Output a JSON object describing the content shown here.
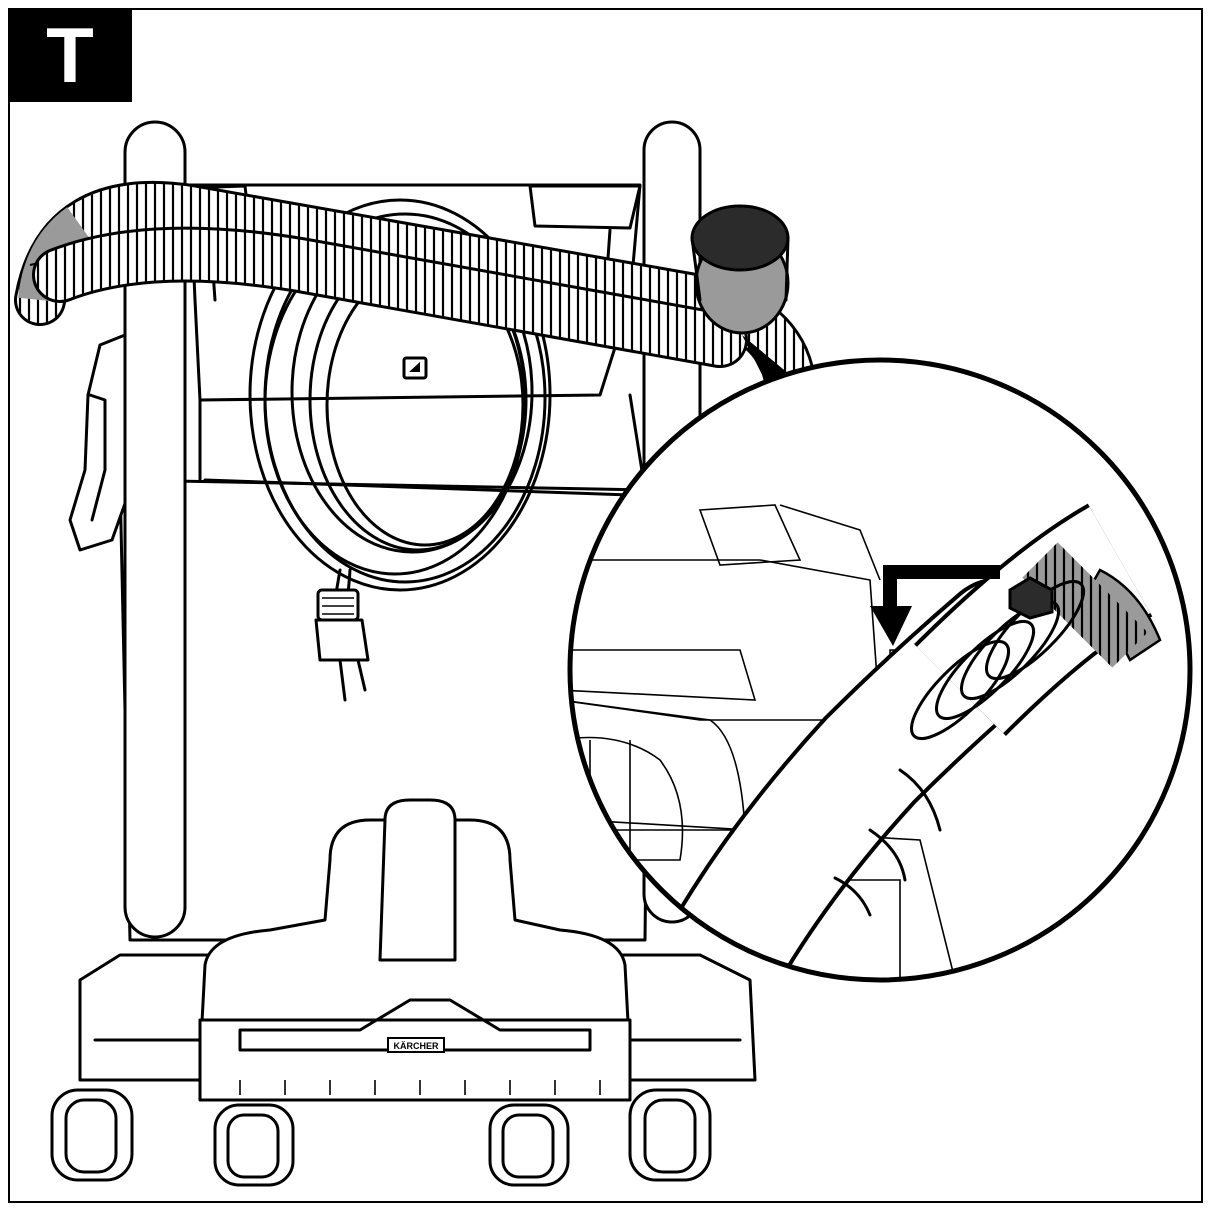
{
  "figure": {
    "step_label": "T",
    "brand_plate_text": "KÄRCHER",
    "colors": {
      "line": "#000000",
      "background": "#ffffff",
      "hose_grey": "#9a9a9a",
      "dark_fill": "#2b2b2b"
    },
    "icons": [
      "vacuum-cleaner-drawing",
      "suction-hose",
      "power-cable-coil",
      "plug",
      "detail-magnifier",
      "direction-arrow",
      "hose-clip"
    ]
  }
}
